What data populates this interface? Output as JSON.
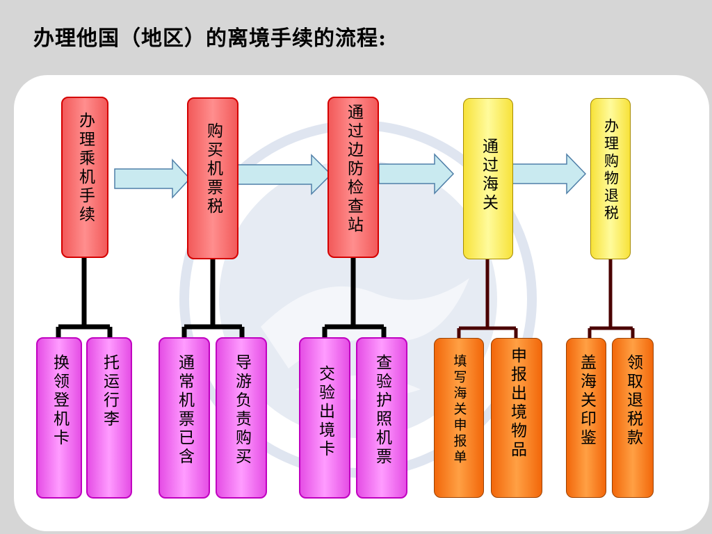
{
  "title": "办理他国（地区）的离境手续的流程:",
  "colors": {
    "red": "#f25a5a",
    "yellow": "#fff06a",
    "pink": "#ff80ff",
    "orange": "#ff8a20",
    "arrow": "#c9eaf0",
    "line_dark": "#000000",
    "line_brown": "#4a0000"
  },
  "steps": [
    {
      "label": "办理乘机手续",
      "subs": [
        "换领登机卡",
        "托运行李"
      ]
    },
    {
      "label": "购买机票税",
      "subs": [
        "通常机票已含",
        "导游负责购买"
      ]
    },
    {
      "label": "通过边防检查站",
      "subs": [
        "交验出境卡",
        "查验护照机票"
      ]
    },
    {
      "label": "通过海关",
      "subs": [
        "填写海关申报单",
        "申报出境物品"
      ]
    },
    {
      "label": "办理购物退税",
      "subs": [
        "盖海关印鉴",
        "领取退税款"
      ]
    }
  ]
}
